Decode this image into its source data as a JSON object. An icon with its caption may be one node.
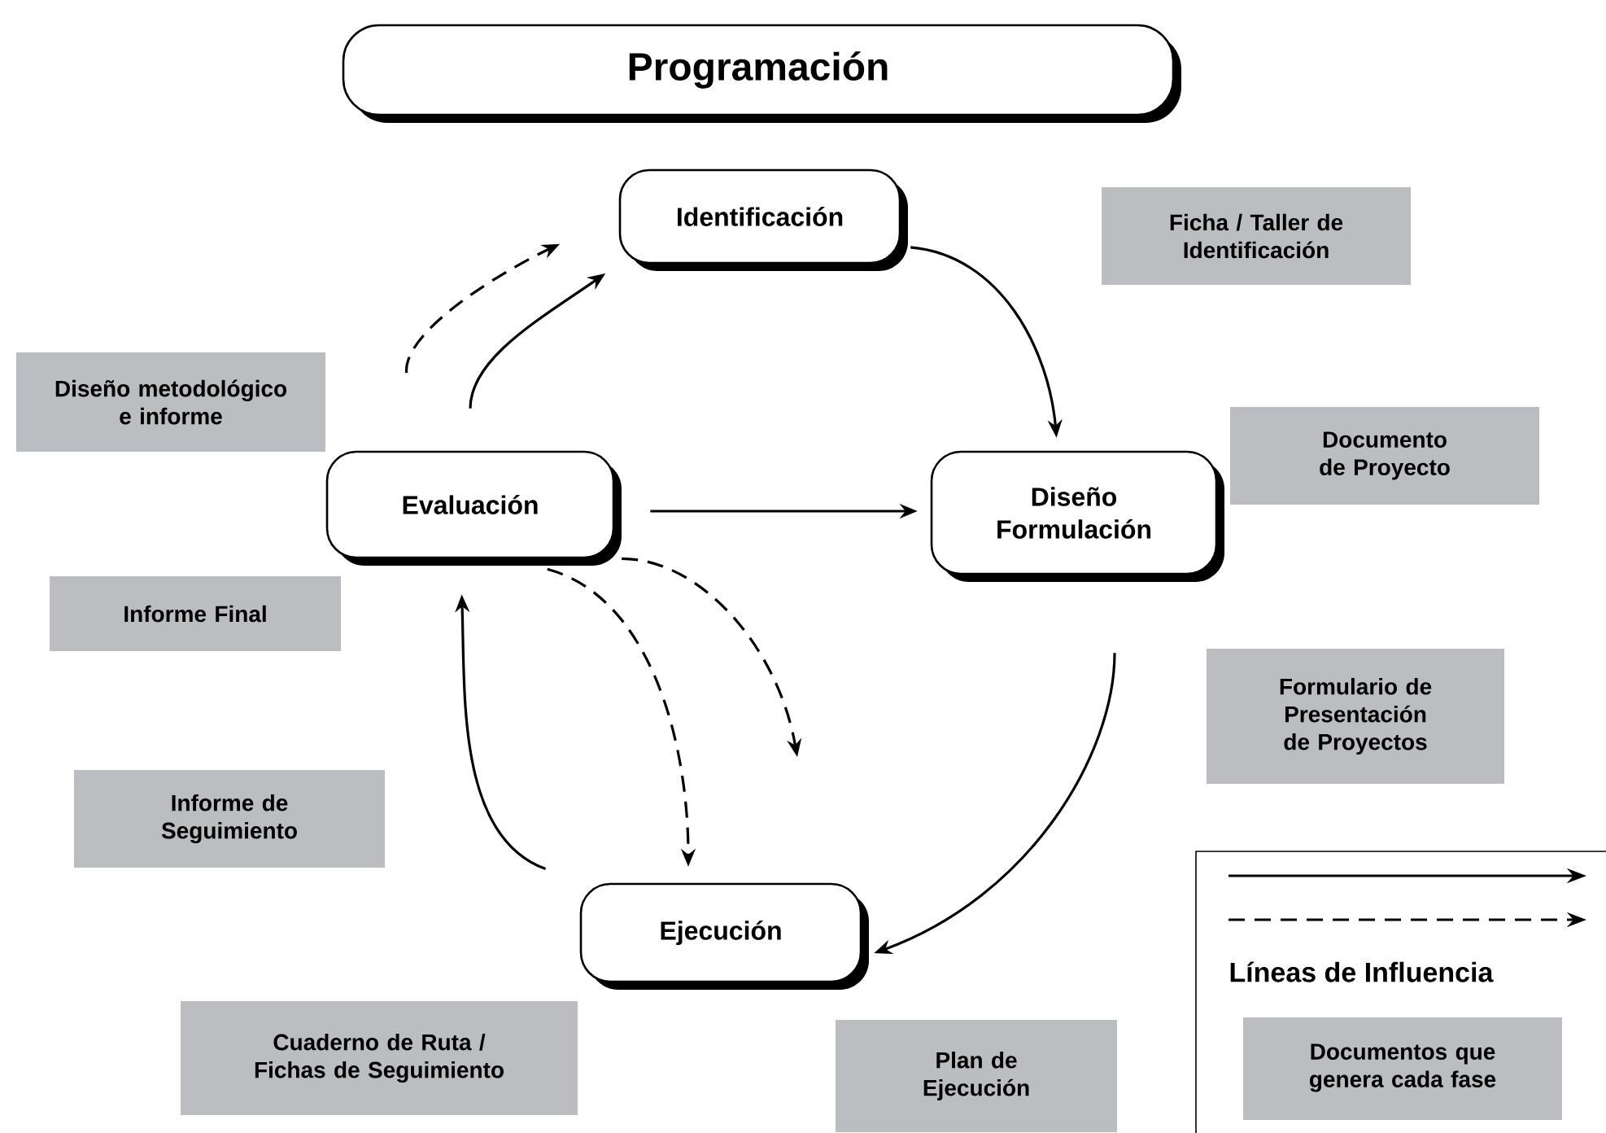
{
  "diagram": {
    "nodes": [
      {
        "text": [
          "Programación"
        ]
      },
      {
        "text": [
          "Identificación"
        ]
      },
      {
        "text": [
          "Ficha / Taller de Identificación"
        ]
      },
      {
        "text": [
          "Diseño metodológico e informe"
        ]
      },
      {
        "text": [
          "Evaluación"
        ]
      },
      {
        "text": [
          "Diseño Formulación"
        ]
      },
      {
        "text": [
          "Documento de Proyecto"
        ]
      },
      {
        "text": [
          "Informe Final"
        ]
      },
      {
        "text": [
          "Formulario de Presentación de Proyectos"
        ]
      },
      {
        "text": [
          "Informe de Seguimiento"
        ]
      },
      {
        "text": [
          "Ejecución"
        ]
      },
      {
        "text": [
          "Cuaderno de Ruta / Fichas de Seguimiento"
        ]
      },
      {
        "text": [
          "Plan de Ejecución"
        ]
      }
    ],
    "edges": [
      {
        "from": 4,
        "to": 1,
        "arrow": "to"
      },
      {
        "from": 4,
        "to": 1,
        "arrow": "to",
        "style": "dashed"
      },
      {
        "from": 1,
        "to": 5,
        "arrow": "to"
      },
      {
        "from": 4,
        "to": 5,
        "arrow": "to"
      },
      {
        "from": 5,
        "to": 10,
        "arrow": "to"
      },
      {
        "from": 10,
        "to": 4,
        "arrow": "to"
      },
      {
        "from": 4,
        "to": 10,
        "arrow": "to",
        "style": "dashed"
      },
      {
        "from": 4,
        "to": null,
        "arrow": "to",
        "style": "dashed"
      }
    ],
    "legend": [
      {
        "text": "Líneas de Influencia"
      },
      {
        "text": "Documentos que genera cada fase",
        "color": "#bcbdc0"
      }
    ]
  }
}
